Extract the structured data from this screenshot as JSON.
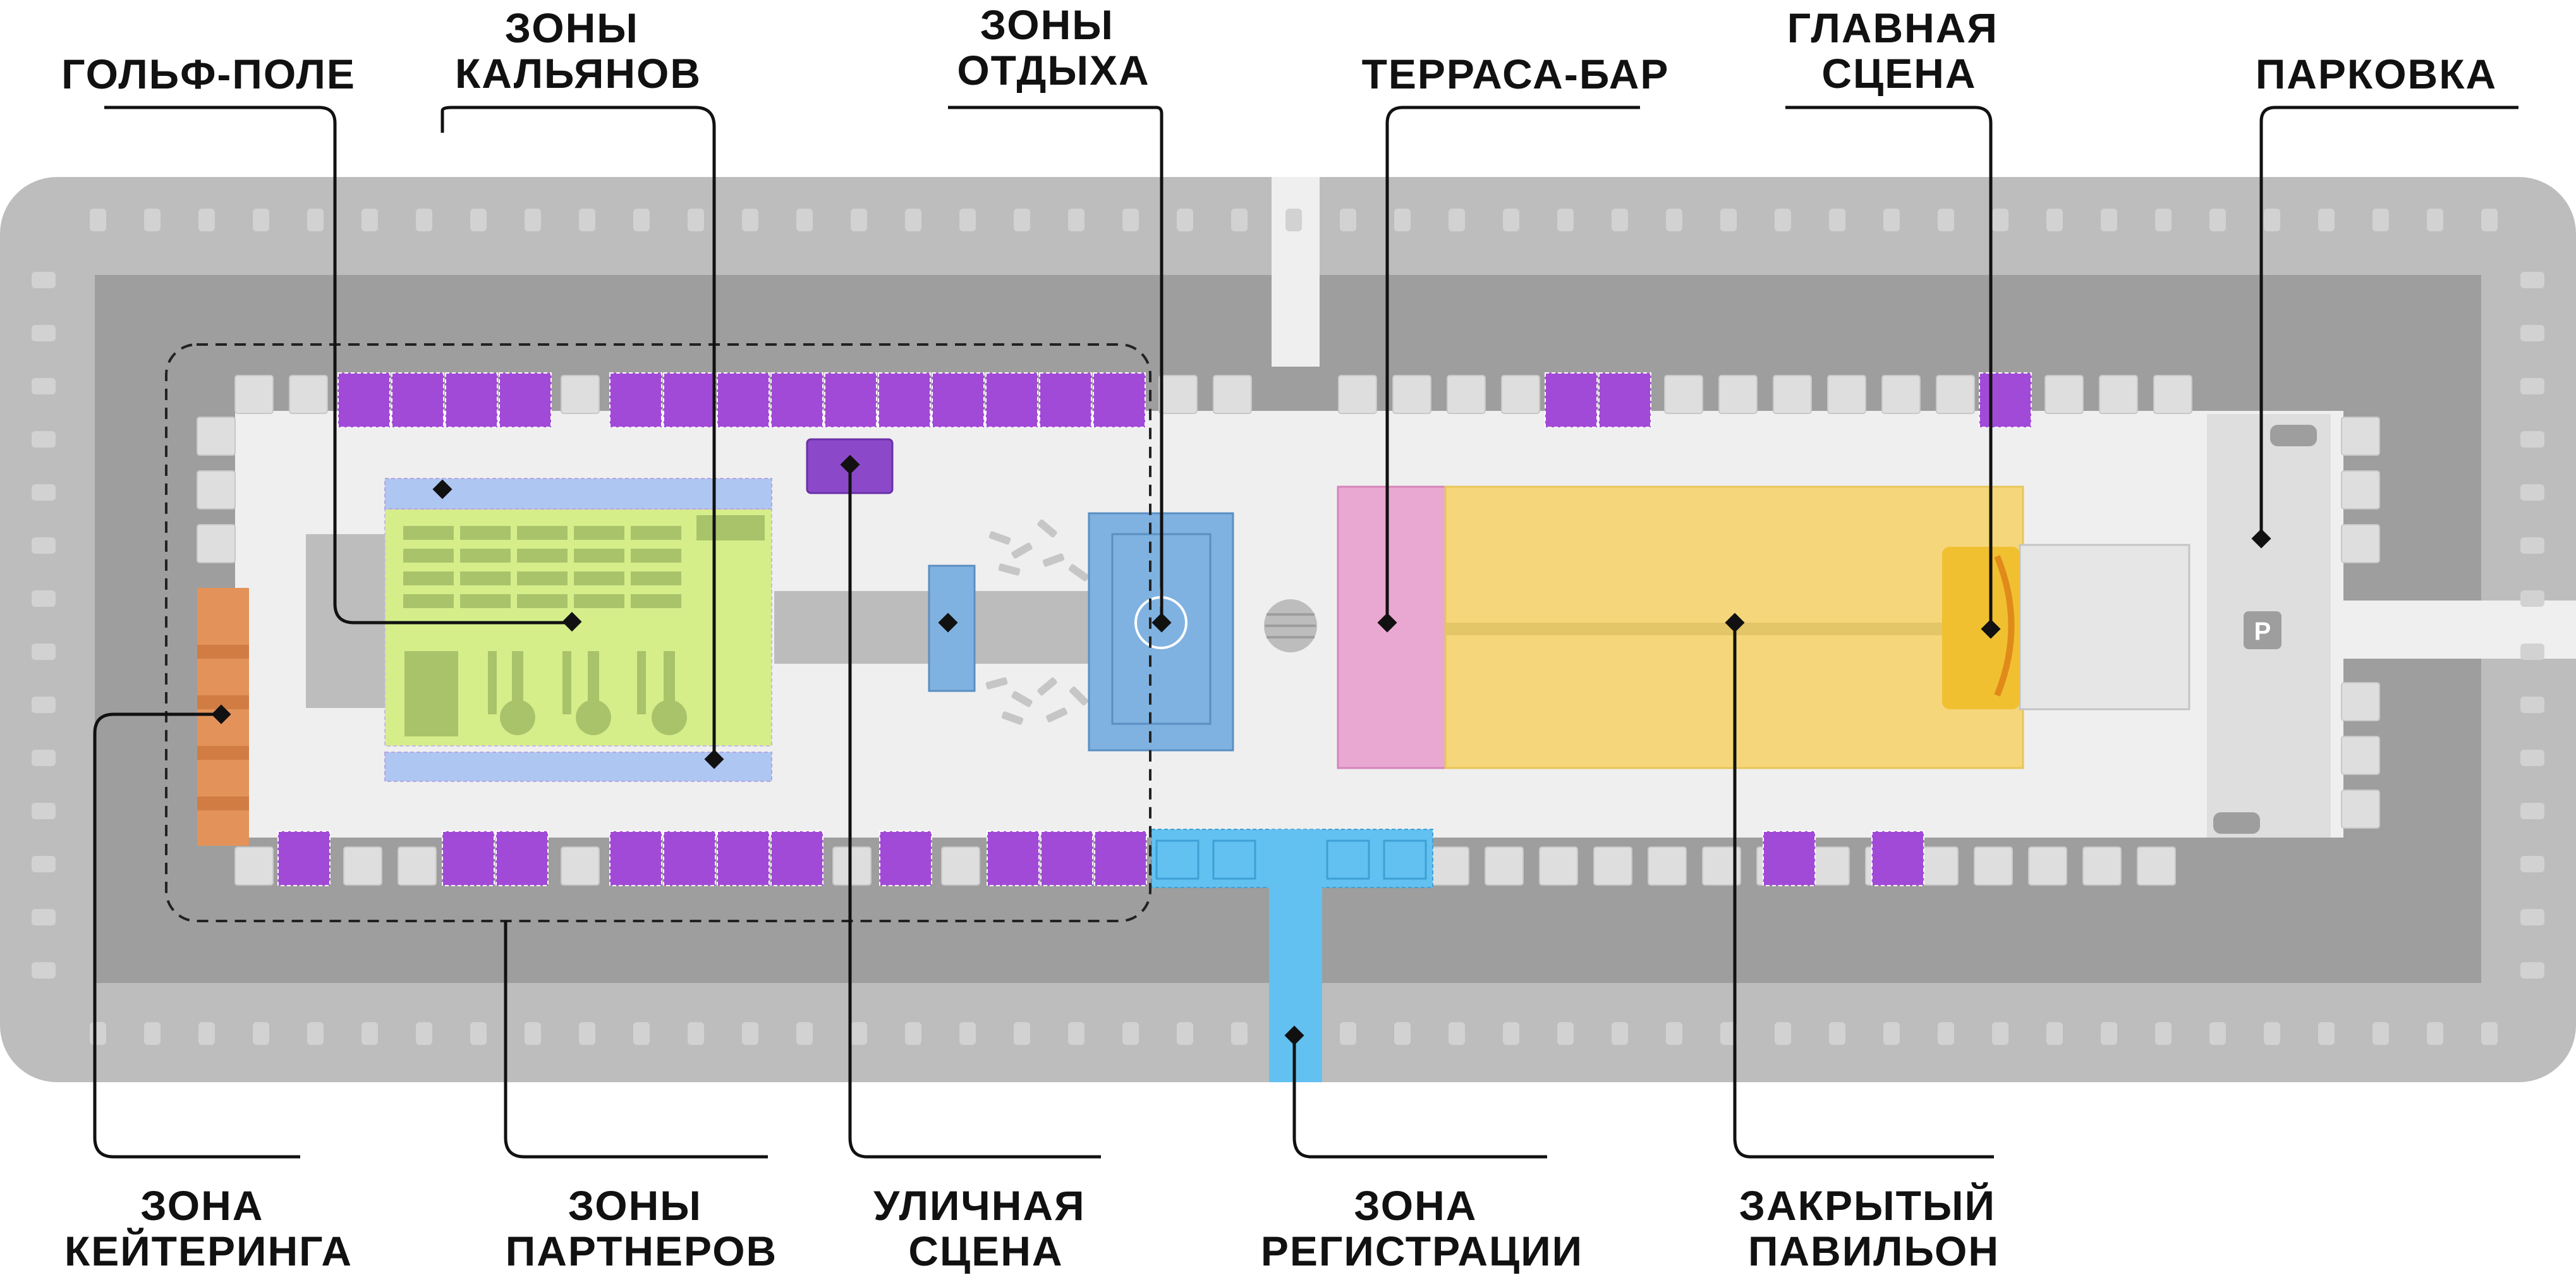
{
  "labels": {
    "golf": [
      "ГОЛЬФ-ПОЛЕ"
    ],
    "hookah": [
      "ЗОНЫ",
      "КАЛЬЯНОВ"
    ],
    "rest": [
      "ЗОНЫ",
      "ОТДЫХА"
    ],
    "terrace": [
      "ТЕРРАСА-БАР"
    ],
    "main_stage": [
      "ГЛАВНАЯ",
      "СЦЕНА"
    ],
    "parking": [
      "ПАРКОВКА"
    ],
    "catering": [
      "ЗОНА",
      "КЕЙТЕРИНГА"
    ],
    "partners": [
      "ЗОНЫ",
      "ПАРТНЕРОВ"
    ],
    "street_stage": [
      "УЛИЧНАЯ",
      "СЦЕНА"
    ],
    "registration": [
      "ЗОНА",
      "РЕГИСТРАЦИИ"
    ],
    "pavilion": [
      "ЗАКРЫТЫЙ",
      "ПАВИЛЬОН"
    ]
  },
  "parking_sign": "P",
  "colors": {
    "outer": "#bdbdbd",
    "ring": "#9e9e9e",
    "floor": "#efefef",
    "booth": "#dedede",
    "partner": "#a24ad8",
    "golf": "#d6ee8a",
    "golf_mark": "#a8c36a",
    "hookah": "#aec6f2",
    "rest": "#7fb2e0",
    "terrace": "#e9a8d2",
    "pavilion": "#f5d67a",
    "stage": "#f0c030",
    "catering": "#e3935a",
    "registration": "#62c1f0"
  }
}
